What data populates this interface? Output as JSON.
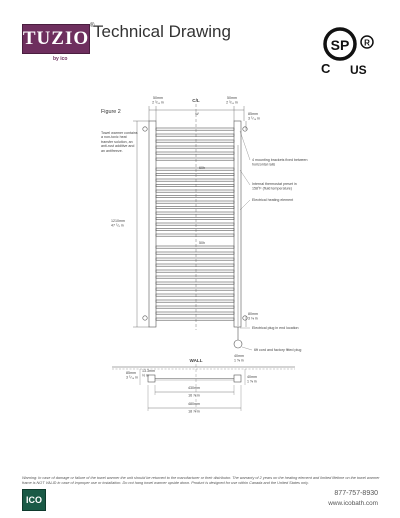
{
  "header": {
    "logo_text": "TUZIO",
    "logo_reg": "®",
    "logo_sub": "by ico",
    "title": "Technical Drawing",
    "cert_left": "C",
    "cert_right": "US",
    "cert_mark": "SP"
  },
  "drawing": {
    "figure_label": "Figure 2",
    "centerline_label": "C/L",
    "note_left": [
      "Towel warmer contains",
      "a non-toxic heat",
      "transfer solution, an",
      "anti-rust additive and",
      "an antifreeze."
    ],
    "dim_top_left": [
      "50mm",
      "2 ³/₁₆ in"
    ],
    "dim_top_right": [
      "50mm",
      "2 ³/₁₆ in"
    ],
    "dim_right_top": [
      "85mm",
      "3 ⁵/₁₆ in"
    ],
    "dim_right_bottom": [
      "80mm",
      "3 ⅛ in"
    ],
    "dim_height": [
      "1210mm",
      "47 ⁵/₈ in"
    ],
    "note_brackets": [
      "4 mounting brackets fixed between",
      "horizontal rails"
    ],
    "note_thermostat": [
      "Internal thermostat preset in",
      "158°F (fluid temperature)"
    ],
    "note_element": "Electrical heating element",
    "note_plug_location": "Electrical plug in end location",
    "note_plug": "6ft cord and factory fitted plug",
    "dim_bottom_small": [
      "40mm",
      "1 ⅝ in"
    ],
    "dim_center_mark": "W",
    "rail_label_a": "60h",
    "rail_label_b": "50h",
    "wall_label": "WALL",
    "dim_side_left": [
      "85mm",
      "3 ⁵/₁₆ in"
    ],
    "dim_side_mid": [
      "13.3mm",
      "½ in"
    ],
    "dim_side_right": [
      "40mm",
      "1 ⅝ in"
    ],
    "dim_width_inner": [
      "430mm",
      "16 ⅞ in"
    ],
    "dim_width_outer": [
      "480mm",
      "18 ⅞ in"
    ]
  },
  "footer": {
    "warning": "Warning: In case of damage or failure of the towel warmer the unit should be returned to the manufacturer or their distributor. The warranty of 2 years on the heating element and limited lifetime on the towel warmer frame is NOT VALID in case of improper use or installation. Do not hang towel warmer upside down. Product is designed for use within Canada and the United States only.",
    "ico_logo": "ICO",
    "phone": "877-757-8930",
    "website": "www.icobath.com"
  }
}
